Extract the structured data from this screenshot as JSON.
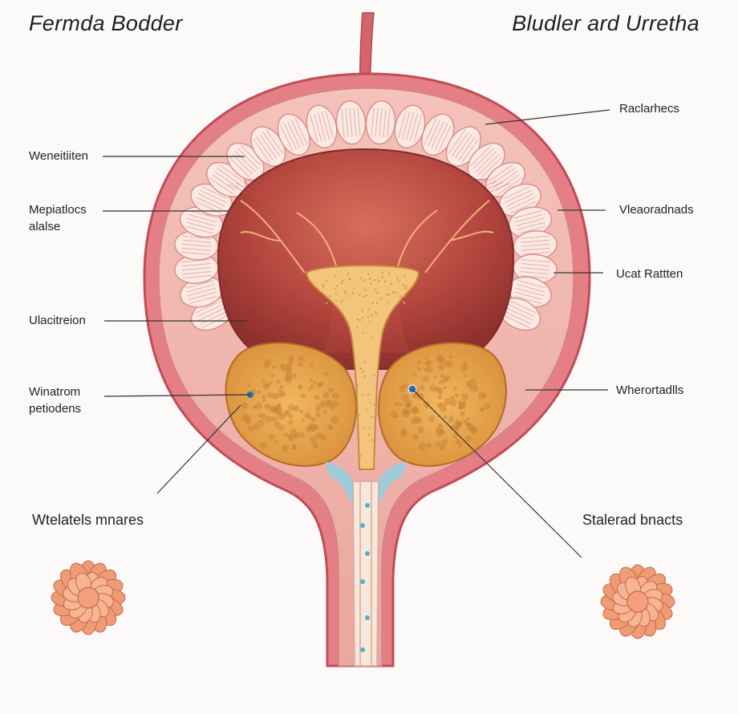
{
  "titles": {
    "left": "Fermda Bodder",
    "right": "Bludler ard Urretha"
  },
  "labels_left": [
    [
      "Weneitiiten"
    ],
    [
      "Mepiatlocs",
      "alalse"
    ],
    [
      "Ulacitreion"
    ],
    [
      "Winatrom",
      "petiodens"
    ]
  ],
  "labels_right": [
    [
      "Raclarhecs"
    ],
    [
      "Vleaoradnads"
    ],
    [
      "Ucat Rattten"
    ],
    [
      "Wherortadlls"
    ]
  ],
  "bottom_labels": {
    "left": "Wtelatels mnares",
    "right": "Stalerad bnacts"
  },
  "colors": {
    "wall_outer": "#d7646f",
    "wall_pink": "#efb3ad",
    "lumen_red": "#a83a36",
    "gland_orange": "#e4a048",
    "trigone_yellow": "#f2c47a",
    "urethra_fluid": "#76c7dd",
    "flower": "#f0a27c"
  }
}
